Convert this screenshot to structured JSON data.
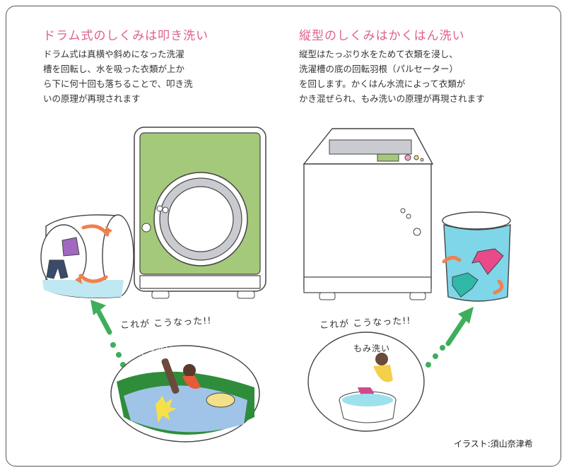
{
  "left": {
    "title": "ドラム式のしくみは叩き洗い",
    "body": "ドラム式は真横や斜めになった洗濯\n槽を回転し、水を吸った衣類が上か\nら下に何十回も落ちることで、叩き洗\nいの原理が再現されます",
    "caption": "これが こうなった!!",
    "scene_label": "たたき洗い"
  },
  "right": {
    "title": "縦型のしくみはかくはん洗い",
    "body": "縦型はたっぷり水をためて衣類を浸し、\n洗濯槽の底の回転羽根（パルセーター）\nを回します。かくはん水流によって衣類が\nかき混ぜられ、もみ洗いの原理が再現されます",
    "caption": "これが こうなった!!",
    "scene_label": "もみ洗い"
  },
  "credit": "イラスト:須山奈津希",
  "colors": {
    "title_pink": "#e0608a",
    "drum_body": "#a4c97a",
    "arrow_green": "#3fae5c",
    "arrow_orange": "#f08050",
    "water_blue": "#7fd6e8"
  }
}
